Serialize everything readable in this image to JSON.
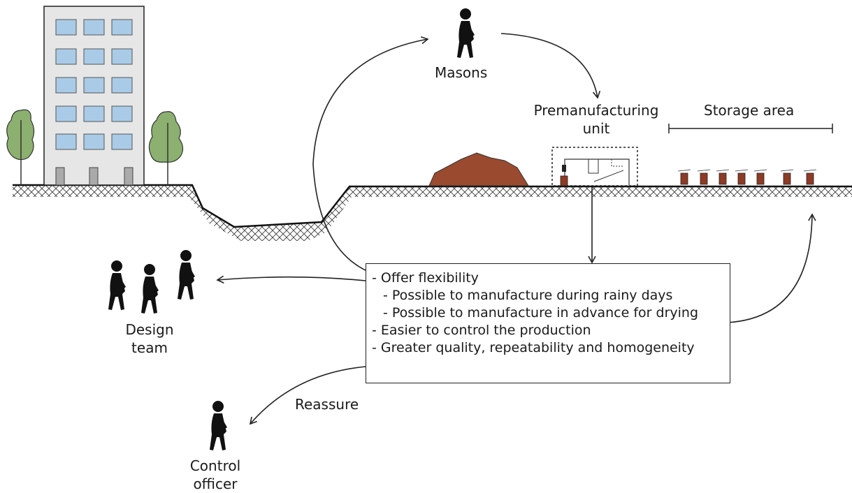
{
  "labels": {
    "masons": "Masons",
    "premanufacturing_unit": [
      "Premanufacturing",
      "unit"
    ],
    "storage_area": "Storage area",
    "design_team": [
      "Design",
      "team"
    ],
    "control_officer": [
      "Control",
      "officer"
    ],
    "reassure": "Reassure"
  },
  "benefits": {
    "offer_flexibility": "- Offer flexibility",
    "rainy_days": "- Possible to manufacture during rainy days",
    "in_advance": "- Possible to manufacture in advance for drying",
    "easier_control": "- Easier to control the production",
    "greater_quality": "- Greater quality, repeatability and homogeneity"
  },
  "colors": {
    "window": "#a9cbe8",
    "building": "#e6e6e6",
    "tree": "#8cb070",
    "soil_pile": "#9a4a2e",
    "brick": "#8e3a25",
    "ink": "#1a1a1a"
  }
}
